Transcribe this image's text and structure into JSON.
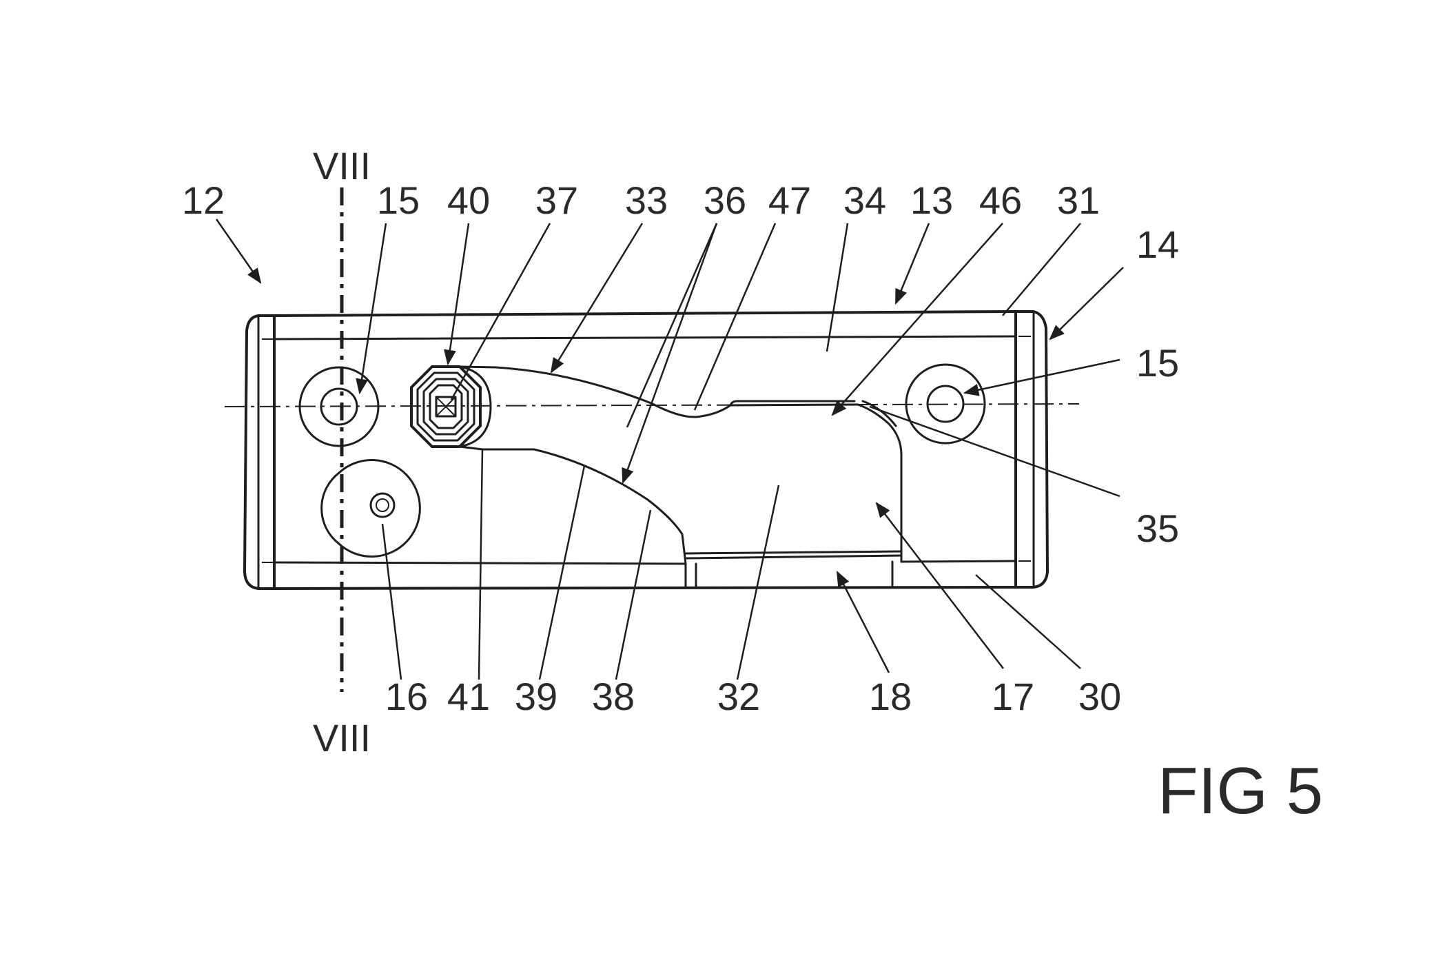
{
  "figure": {
    "title": "FIG 5",
    "section_marks": {
      "top": "VIII",
      "bottom": "VIII"
    },
    "labels_top": [
      "12",
      "15",
      "40",
      "37",
      "33",
      "36",
      "47",
      "34",
      "13",
      "46",
      "31",
      "14"
    ],
    "labels_right": [
      "15",
      "35"
    ],
    "labels_bottom": [
      "16",
      "41",
      "39",
      "38",
      "32",
      "18",
      "17",
      "30"
    ]
  },
  "colors": {
    "line": "#1e1e1e",
    "text": "#2a2a2a",
    "background": "#ffffff"
  }
}
